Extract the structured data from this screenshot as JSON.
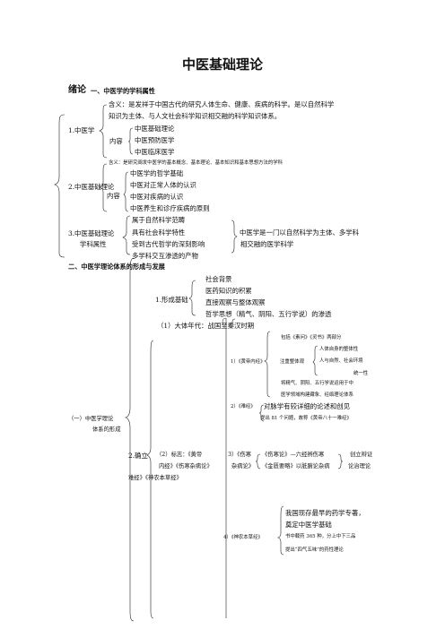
{
  "title": "中医基础理论",
  "intro": {
    "label": "绪论",
    "section1": "一、中医学的学科属性"
  },
  "item1": {
    "label": "1.中医学",
    "meaning_line1": "含义：是发祥于中国古代的研究人体生命、健康、疾病的科学。是以自然科学",
    "meaning_line2": "知识为主体、与人文社会科学知识相交融的科学知识体系。",
    "content_label": "内容",
    "content": [
      "中医基础理论",
      "中医预防医学",
      "中医临床医学"
    ]
  },
  "item2": {
    "label": "2.中医基础理论",
    "meaning": "含义：是研究阐发中医学的基本概念、基本理论、基本知识和基本思想方法的学科",
    "content_label": "内容",
    "content": [
      "中医学的哲学基础",
      "中医对正常人体的认识",
      "中医对疾病的认识",
      "中医养生和诊疗疾病的原则"
    ]
  },
  "item3": {
    "label_line1": "3.中医基础理论",
    "label_line2": "学科属性",
    "points": [
      "属于自然科学范畴",
      "具有社会科学特性",
      "受到古代哲学的深刻影响",
      "多学科交互渗透的产物"
    ],
    "conclusion_line1": "中医学是一门以自然科学为主体、多学科",
    "conclusion_line2": "相交融的医学科学"
  },
  "section2": {
    "heading": "二、中医学理论体系的形成与发展",
    "part1_line1": "（一）中医学理论",
    "part1_line2": "体系的形成",
    "formation": {
      "label": "1.形成基础",
      "items": [
        "社会背景",
        "医药知识的积累",
        "直接观察与整体观察",
        "哲学思想（精气、阴阳、五行学说）的渗透"
      ]
    },
    "era": "（1）大体年代：战国至秦汉时期",
    "establish": {
      "label": "2.确立",
      "marker_line1": "（2）标志：《黄帝",
      "marker_line2": "内经》《伤寒杂病论》",
      "marker_line3": "难经》《神农本草经》"
    },
    "neijing": {
      "label": "1）《黄帝内经》",
      "includes": "包括《素问》《灵书》两部分",
      "whole_label": "注重整体观",
      "whole_items": [
        "人体自身的整体性",
        "人与自然、社会环境",
        "统一性"
      ],
      "line_a": "将精气、阴阳、五行学说运用于中",
      "line_b": "医学领域构建藏象、经络理论体系"
    },
    "nanjing": {
      "label": "2）《难经》",
      "line1": "对脉学有较详细的论述和创见",
      "line2": "提出 81 个问题，故称《黄帝八十一难经》"
    },
    "shanghan": {
      "label_line1": "3）《伤寒",
      "label_line2": "杂病论》",
      "books_line1": "《伤寒论》—六经辨伤寒",
      "books_line2": "《金匮要略》以脏腑论杂病",
      "theory_line1": "创立辩证",
      "theory_line2": "论治理论"
    },
    "shennong": {
      "label": "4）《神农本草经》",
      "line1": "我国现存最早的药学专著，",
      "line2": "奠定中医学基础",
      "line3": "书中载药 365 种，分上中下三品",
      "line4": "提出“四气五味”的药性理论"
    }
  }
}
